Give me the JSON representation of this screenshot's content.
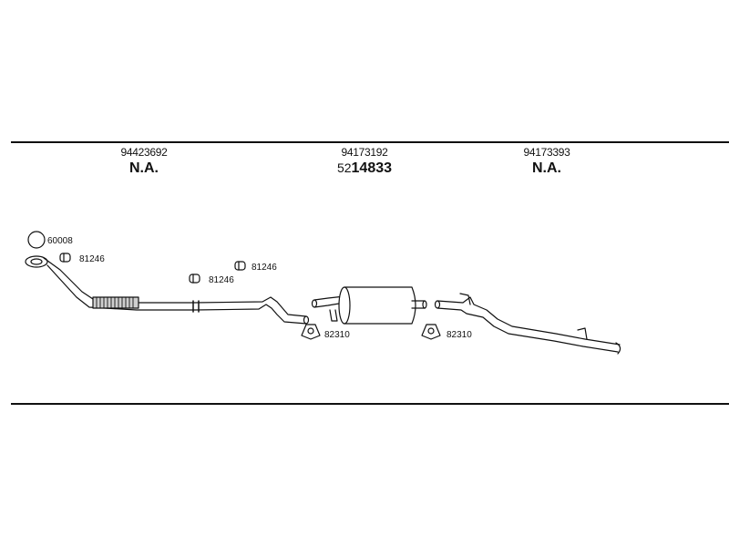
{
  "columns": [
    {
      "part_number": "94423692",
      "reference": "N.A.",
      "reference_prefix": ""
    },
    {
      "part_number": "94173192",
      "reference": "14833",
      "reference_prefix": "52"
    },
    {
      "part_number": "94173393",
      "reference": "N.A.",
      "reference_prefix": ""
    }
  ],
  "labels": {
    "ring": "60008",
    "clamp_1": "81246",
    "clamp_2": "81246",
    "clamp_3": "81246",
    "mount_1": "82310",
    "mount_2": "82310"
  },
  "colors": {
    "line": "#111111",
    "fill": "#ffffff",
    "shade": "#cfcfcf"
  }
}
